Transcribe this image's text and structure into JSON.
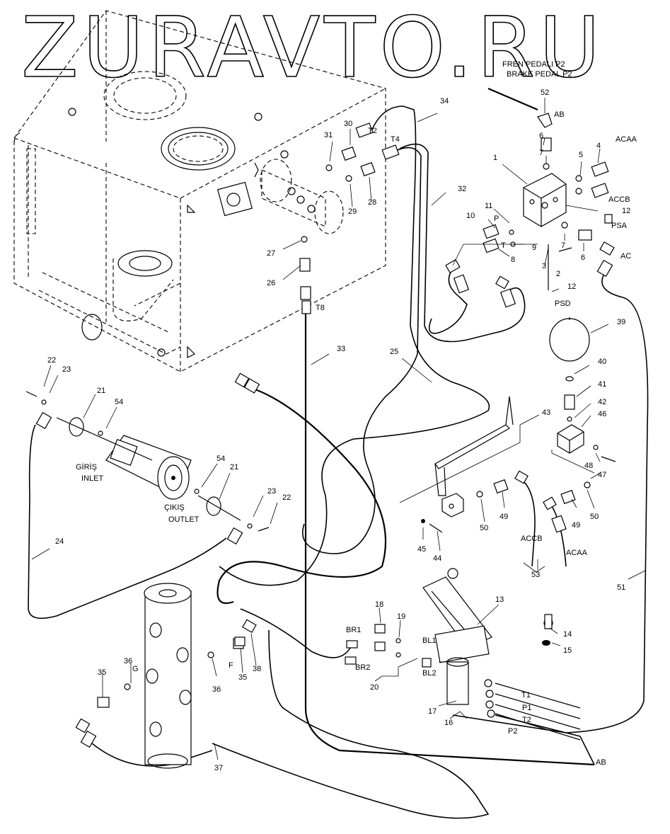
{
  "watermark": "ZURAVTO.RU",
  "pedal_caption": {
    "line1": "FREN PEDALI P2",
    "line2": "BRAKE PEDAL P2"
  },
  "inlet": {
    "tr": "GİRİŞ",
    "en": "INLET"
  },
  "outlet": {
    "tr": "ÇIKIŞ",
    "en": "OUTLET"
  },
  "ports": {
    "AB_top": "AB",
    "ACAA_top": "ACAA",
    "ACCB_top": "ACCB",
    "PSA": "PSA",
    "AC": "AC",
    "P": "P",
    "T": "T",
    "PSD": "PSD",
    "T2_top": "T2",
    "T4": "T4",
    "T8": "T8",
    "ACCB_mid": "ACCB",
    "ACAA_mid": "ACAA",
    "BR1": "BR1",
    "BR2": "BR2",
    "BL1": "BL1",
    "BL2": "BL2",
    "T1": "T1",
    "P1": "P1",
    "T2_bot": "T2",
    "P2": "P2",
    "AB_bot": "AB",
    "G": "G",
    "F": "F"
  },
  "callouts": {
    "c52": "52",
    "c6a": "6",
    "c7a": "7",
    "c1": "1",
    "c5": "5",
    "c4": "4",
    "c12a": "12",
    "c11": "11",
    "c10": "10",
    "c9": "9",
    "c8": "8",
    "c7b": "7",
    "c6b": "6",
    "c3": "3",
    "c2": "2",
    "c12b": "12",
    "c34": "34",
    "c32": "32",
    "c31": "31",
    "c30": "30",
    "c29": "29",
    "c28": "28",
    "c27": "27",
    "c26": "26",
    "c33": "33",
    "c25": "25",
    "c39": "39",
    "c40": "40",
    "c41": "41",
    "c42": "42",
    "c46": "46",
    "c43": "43",
    "c48": "48",
    "c47": "47",
    "c49a": "49",
    "c50a": "50",
    "c49b": "49",
    "c50b": "50",
    "c45": "45",
    "c44": "44",
    "c53": "53",
    "c51": "51",
    "c22a": "22",
    "c23a": "23",
    "c21a": "21",
    "c54a": "54",
    "c54b": "54",
    "c21b": "21",
    "c23b": "23",
    "c22b": "22",
    "c24": "24",
    "c13": "13",
    "c14": "14",
    "c15": "15",
    "c18": "18",
    "c19": "19",
    "c20": "20",
    "c17": "17",
    "c16": "16",
    "c36a": "36",
    "c35a": "35",
    "c36b": "36",
    "c35b": "35",
    "c38": "38",
    "c37": "37"
  }
}
